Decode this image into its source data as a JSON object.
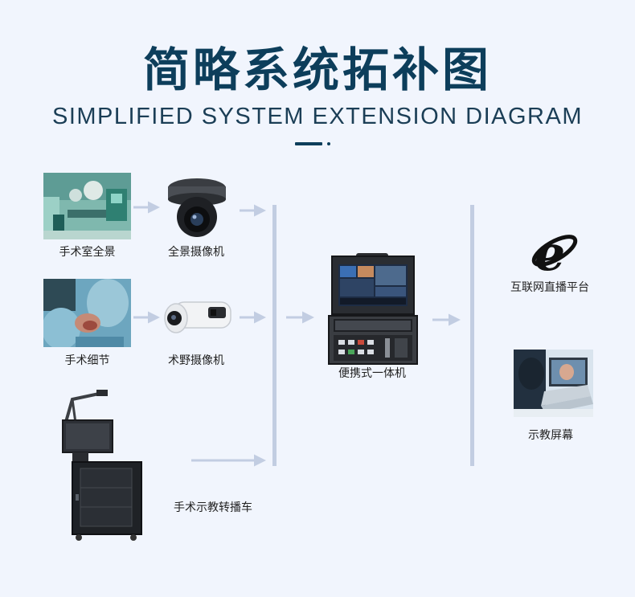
{
  "header": {
    "title": "简略系统拓补图",
    "subtitle": "SIMPLIFIED SYSTEM EXTENSION DIAGRAM"
  },
  "sources": {
    "or_panorama": "手术室全景",
    "panorama_camera": "全景摄像机",
    "surgery_detail": "手术细节",
    "field_camera": "术野摄像机",
    "teaching_cart": "手术示教转播车"
  },
  "center": {
    "portable_unit": "便携式一体机"
  },
  "outputs": {
    "live_platform": "互联网直播平台",
    "display_screen": "示教屏幕"
  },
  "colors": {
    "title": "#0d3e5b",
    "background": "#f1f5fd",
    "connector": "#c2cde2"
  }
}
